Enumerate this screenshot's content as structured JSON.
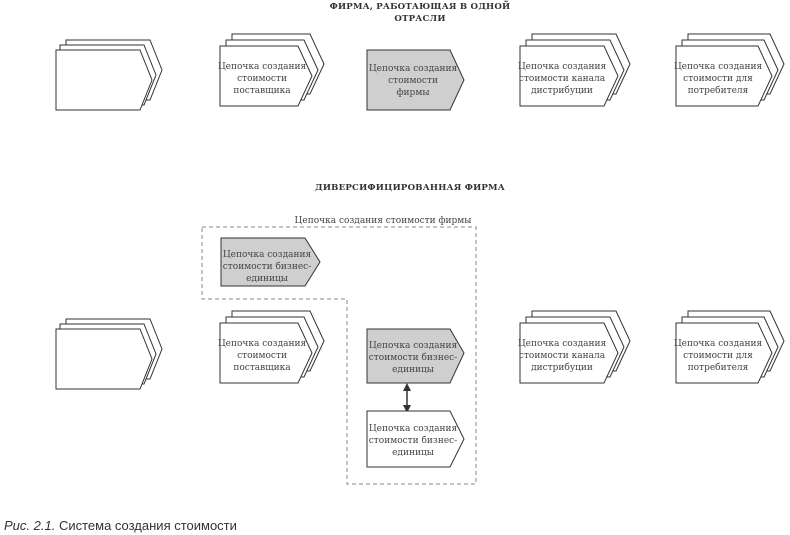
{
  "headers": {
    "top": [
      "ФИРМА, РАБОТАЮЩАЯ В ОДНОЙ",
      "ОТРАСЛИ"
    ],
    "bottom": "ДИВЕРСИФИЦИРОВАННАЯ ФИРМА"
  },
  "top_row": {
    "supplier": [
      "Цепочка создания",
      "стоимости",
      "поставщика"
    ],
    "firm": [
      "Цепочка создания",
      "стоимости",
      "фирмы"
    ],
    "channel": [
      "Цепочка создания",
      "стоимости канала",
      "дистрибуции"
    ],
    "consumer": [
      "Цепочка создания",
      "стоимости для",
      "потребителя"
    ]
  },
  "bottom_row": {
    "firm_group_label": "Цепочка создания стоимости фирмы",
    "business_unit": [
      "Цепочка создания",
      "стоимости бизнес-",
      "единицы"
    ],
    "supplier": [
      "Цепочка создания",
      "стоимости",
      "поставщика"
    ],
    "channel": [
      "Цепочка создания",
      "стоимости канала",
      "дистрибуции"
    ],
    "consumer": [
      "Цепочка создания",
      "стоимости для",
      "потребителя"
    ]
  },
  "caption": {
    "prefix": "Рис. 2.1.",
    "text": "Система создания стоимости"
  },
  "colors": {
    "stroke": "#333333",
    "shaded_fill": "#cfcfcf",
    "plain_fill": "#ffffff",
    "dashed": "#8a8a8a"
  }
}
